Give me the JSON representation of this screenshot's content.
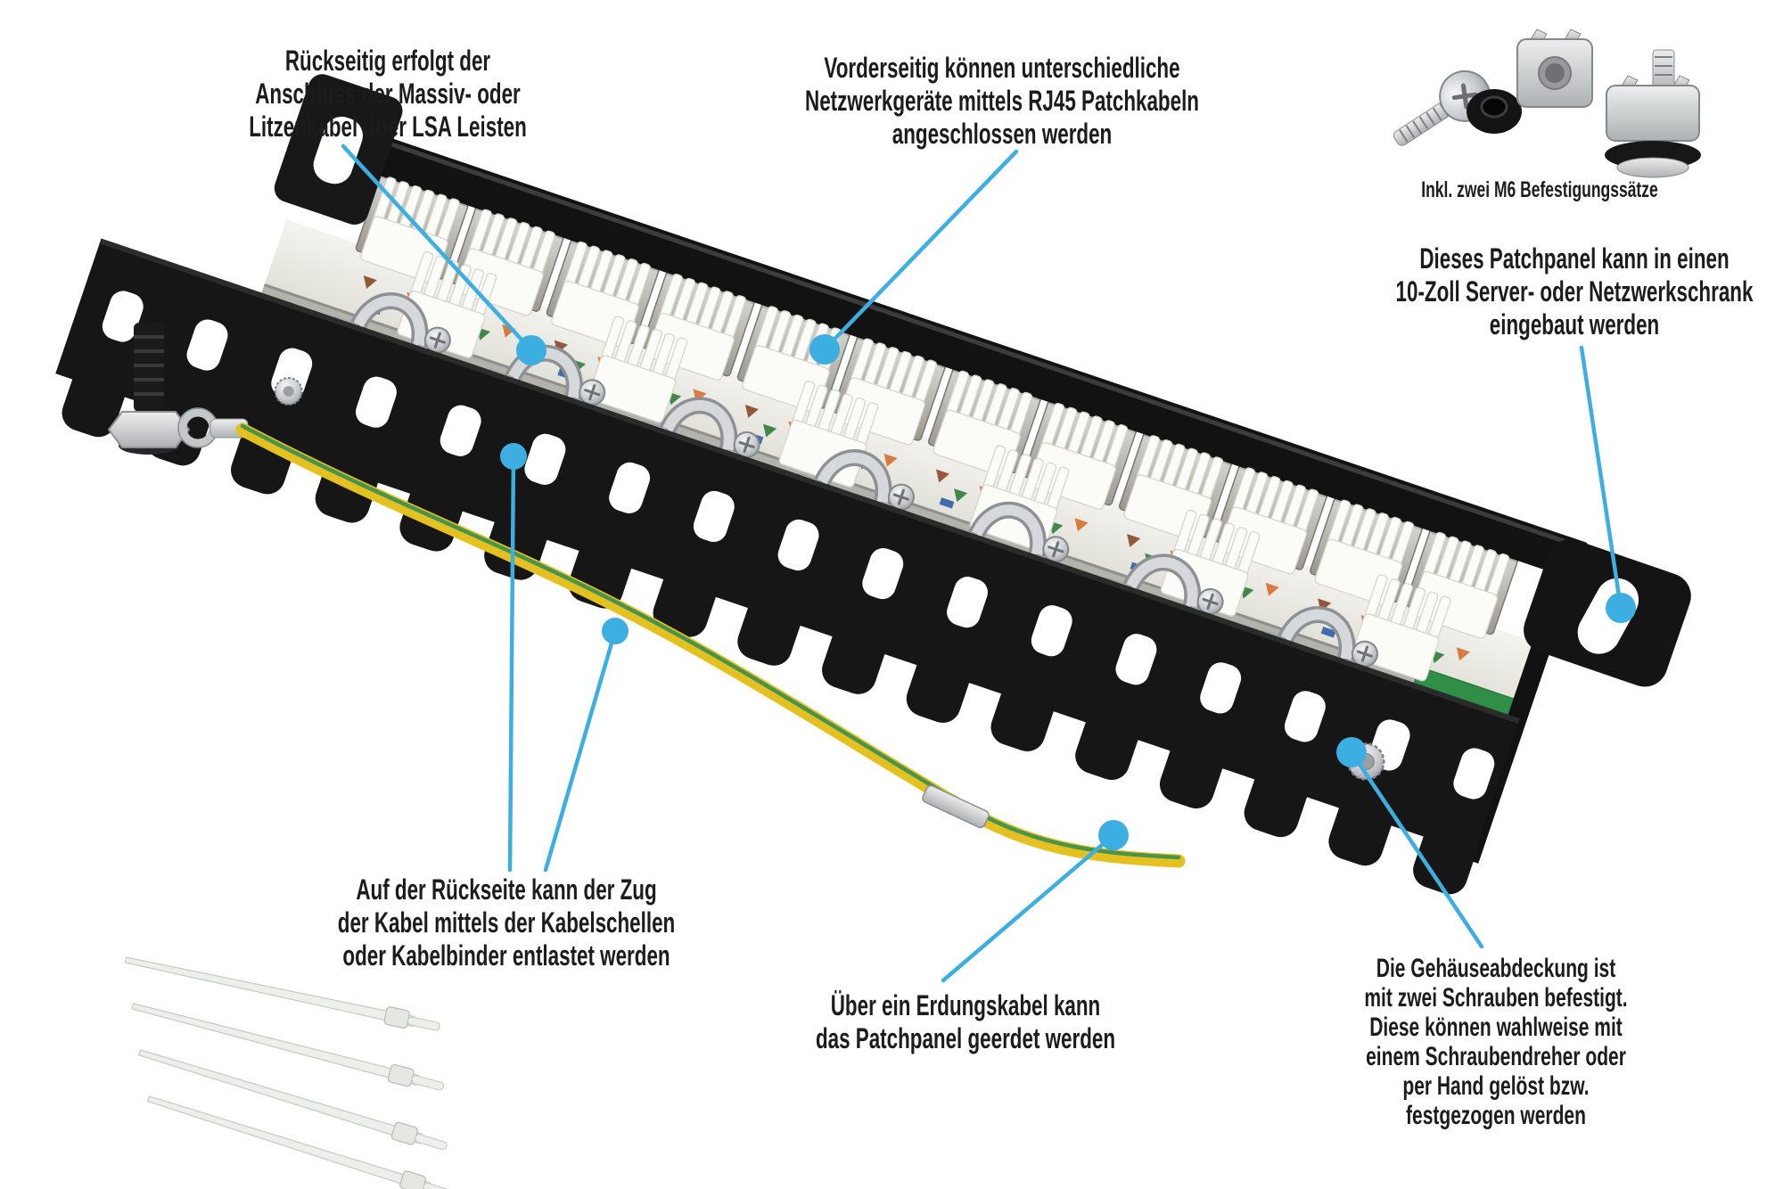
{
  "colors": {
    "accent": "#3daee2",
    "text": "#1c1c1c",
    "background": "#ffffff",
    "ground_cable_yellow": "#e4c020",
    "ground_cable_green": "#3f9150",
    "housing_black": "#161616",
    "metal_silver": "#c9ccce"
  },
  "annotations": {
    "lsa": "Rückseitig erfolgt der\nAnschluss der Massiv- oder\nLitzenkabel über LSA Leisten",
    "front_ports": "Vorderseitig können unterschiedliche\nNetzwerkgeräte mittels RJ45 Patchkabeln\nangeschlossen werden",
    "m6_caption": "Inkl. zwei M6 Befestigungssätze",
    "rack_mount": "Dieses Patchpanel kann in einen\n10-Zoll Server- oder Netzwerkschrank\neingebaut werden",
    "strain_relief": "Auf der Rückseite kann der Zug\nder Kabel mittels der Kabelschellen\noder Kabelbinder entlastet werden",
    "grounding": "Über ein Erdungskabel kann\ndas Patchpanel geerdet werden",
    "cover_screws": "Die Gehäuseabdeckung ist\nmit zwei Schrauben befestigt.\nDiese können wahlweise mit\neinem Schraubendreher oder\nper Hand gelöst bzw.\nfestgezogen werden"
  }
}
